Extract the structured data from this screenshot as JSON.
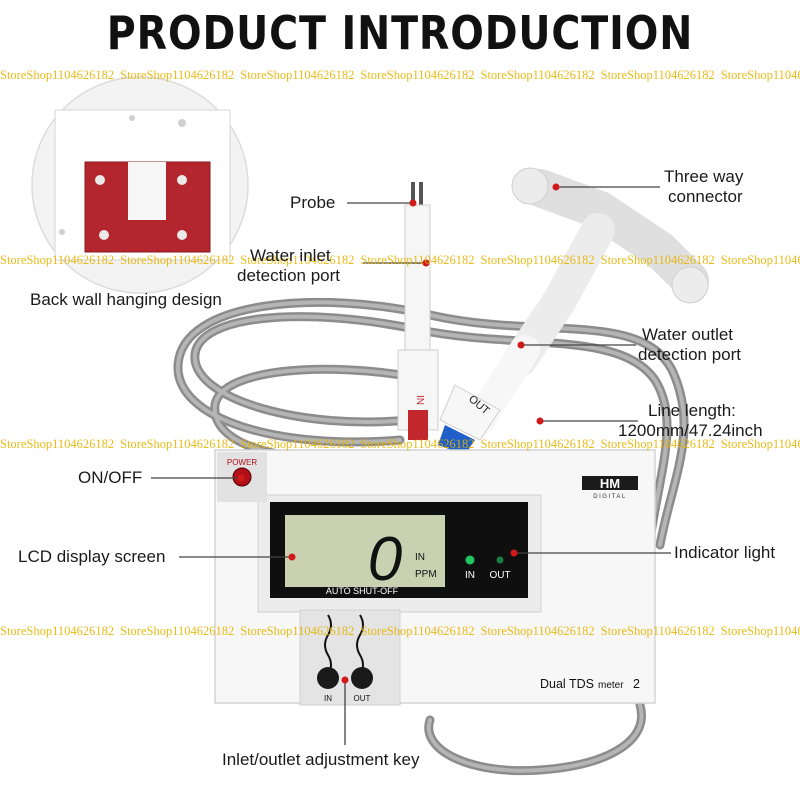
{
  "header": {
    "title": "PRODUCT INTRODUCTION"
  },
  "watermark": {
    "text": "StoreShop1104626182"
  },
  "callouts": {
    "probe": "Probe",
    "three_way_line1": "Three way",
    "three_way_line2": "connector",
    "inlet_line1": "Water inlet",
    "inlet_line2": "detection port",
    "back_wall": "Back wall hanging design",
    "outlet_line1": "Water outlet",
    "outlet_line2": "detection port",
    "line_length_line1": "Line length:",
    "line_length_line2": "1200mm/47.24inch",
    "on_off": "ON/OFF",
    "lcd": "LCD display screen",
    "indicator": "Indicator light",
    "adjust_key": "Inlet/outlet adjustment key"
  },
  "device": {
    "power_label": "POWER",
    "brand": "HM",
    "brand_sub": "DIGITAL",
    "lcd_digit": "0",
    "lcd_in": "IN",
    "lcd_unit": "PPM",
    "auto_shutoff": "AUTO SHUT-OFF",
    "led_in": "IN",
    "led_out": "OUT",
    "key_in": "IN",
    "key_out": "OUT",
    "model_a": "Dual TDS",
    "model_b": "meter",
    "model_c": "2"
  },
  "tube_labels": {
    "in": "IN",
    "out": "OUT"
  },
  "colors": {
    "callout_dot": "#d01a1a",
    "led_green": "#22c55e",
    "lcd_bg": "#c9d1b0"
  }
}
